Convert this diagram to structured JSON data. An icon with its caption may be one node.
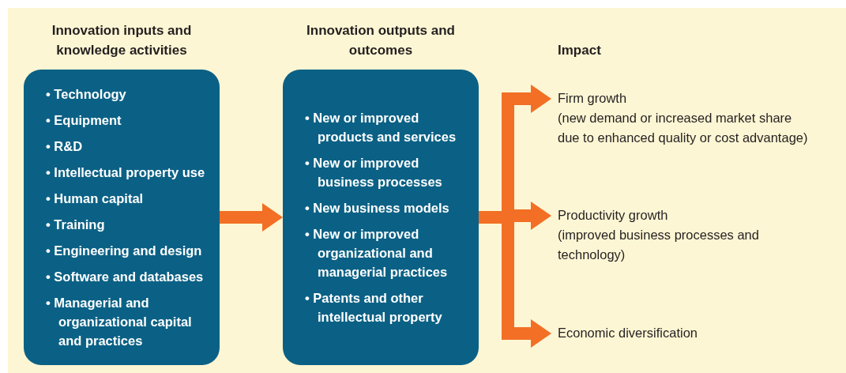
{
  "diagram": {
    "nodes": [
      {
        "text": [
          "Innovation inputs and knowledge activities",
          "• Technology",
          "• Equipment",
          "• R&D",
          "• Intellectual property use",
          "• Human capital",
          "• Training",
          "• Engineering and design",
          "• Software and databases",
          "• Managerial and organizational capital and practices"
        ]
      },
      {
        "text": [
          "Innovation outputs and outcomes",
          "• New or improved products and services",
          "• New or improved business processes",
          "• New business models",
          "• New or improved organizational and managerial practices",
          "• Patents and other intellectual property"
        ]
      },
      {
        "text": [
          "Firm growth",
          "(new demand or increased market share due to enhanced quality or cost advantage)"
        ]
      },
      {
        "text": [
          "Productivity growth",
          "(improved business processes and technology)"
        ]
      },
      {
        "text": [
          "Economic diversification"
        ]
      }
    ],
    "edges": [
      {
        "from": 0,
        "to": 1,
        "arrow": "to"
      },
      {
        "from": 1,
        "to": 2,
        "arrow": "to"
      },
      {
        "from": 1,
        "to": 3,
        "arrow": "to"
      },
      {
        "from": 1,
        "to": 4,
        "arrow": "to"
      }
    ],
    "labels": [
      "Impact"
    ]
  }
}
